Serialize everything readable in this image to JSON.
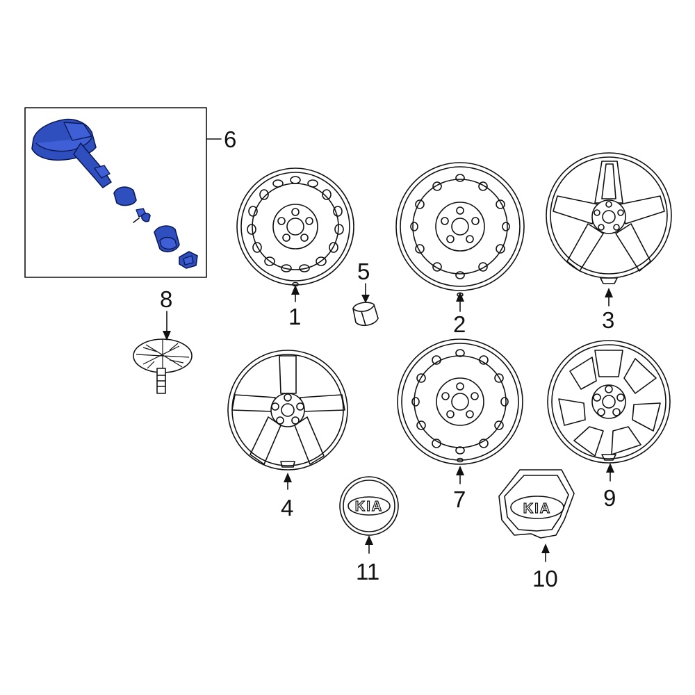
{
  "callouts": {
    "c1": "1",
    "c2": "2",
    "c3": "3",
    "c4": "4",
    "c5": "5",
    "c6": "6",
    "c7": "7",
    "c8": "8",
    "c9": "9",
    "c10": "10",
    "c11": "11"
  },
  "logo": {
    "cap10": "KIA",
    "cap11": "KIA"
  },
  "colors": {
    "sensor_fill": "#2f4fbf",
    "sensor_stroke": "#0b1a55",
    "line": "#111111"
  }
}
